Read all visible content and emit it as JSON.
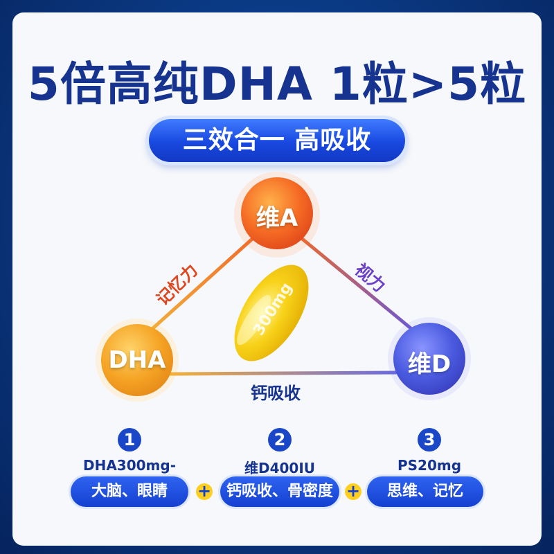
{
  "headline": "5倍高纯DHA 1粒>5粒",
  "subtitle": "三效合一 高吸收",
  "nodes": {
    "top": "维A",
    "left": "DHA",
    "right": "维D"
  },
  "edges": {
    "left": "记忆力",
    "right": "视力",
    "bottom": "钙吸收"
  },
  "capsule_text": "300mg",
  "items": [
    {
      "number": "1",
      "spec": "DHA300mg-",
      "benefit": "大脑、眼睛"
    },
    {
      "number": "2",
      "spec": "维D400IU",
      "benefit": "钙吸收、骨密度"
    },
    {
      "number": "3",
      "spec": "PS20mg",
      "benefit": "思维、记忆"
    }
  ],
  "plus_symbol": "+",
  "colors": {
    "headline": "#16348f",
    "pill": "#1848e0",
    "node_top": "#f05a1e",
    "node_left": "#f0a020",
    "node_right": "#4a55d8",
    "accent_plus": "#ffcf1f"
  }
}
